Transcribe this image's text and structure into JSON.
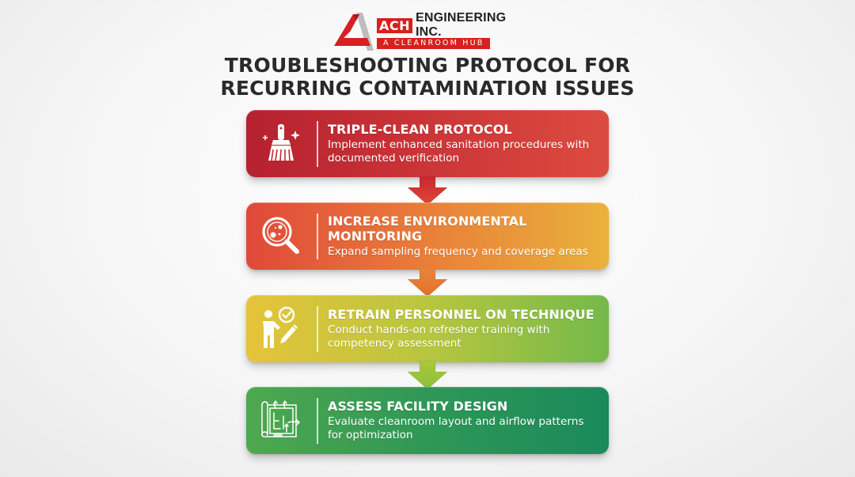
{
  "logo": {
    "badge": "ACH",
    "name": "ENGINEERING INC.",
    "tagline": "A CLEANROOM HUB",
    "brand_red": "#d8201f"
  },
  "title": {
    "line1": "TROUBLESHOOTING PROTOCOL FOR",
    "line2": "RECURRING CONTAMINATION ISSUES"
  },
  "steps": [
    {
      "icon": "broom-sparkle-icon",
      "heading": "TRIPLE-CLEAN PROTOCOL",
      "description": "Implement enhanced sanitation procedures with documented verification",
      "color_start": "#b5212f",
      "color_end": "#dc4b3f"
    },
    {
      "icon": "magnifier-microbe-icon",
      "heading": "INCREASE ENVIRONMENTAL MONITORING",
      "description": "Expand sampling frequency and coverage areas",
      "color_start": "#e0483a",
      "color_end": "#e9b23c"
    },
    {
      "icon": "person-checkmark-pencil-icon",
      "heading": "RETRAIN PERSONNEL ON TECHNIQUE",
      "description": "Conduct hands-on refresher training with competency assessment",
      "color_start": "#e6c33a",
      "color_end": "#74b94a"
    },
    {
      "icon": "blueprint-airflow-icon",
      "heading": "ASSESS FACILITY DESIGN",
      "description": "Evaluate cleanroom layout and airflow patterns for optimization",
      "color_start": "#4ea84e",
      "color_end": "#1a8a5c"
    }
  ],
  "arrows": [
    {
      "color": "#cf2f2f"
    },
    {
      "color": "#e8782f"
    },
    {
      "color": "#9cc23a"
    }
  ]
}
